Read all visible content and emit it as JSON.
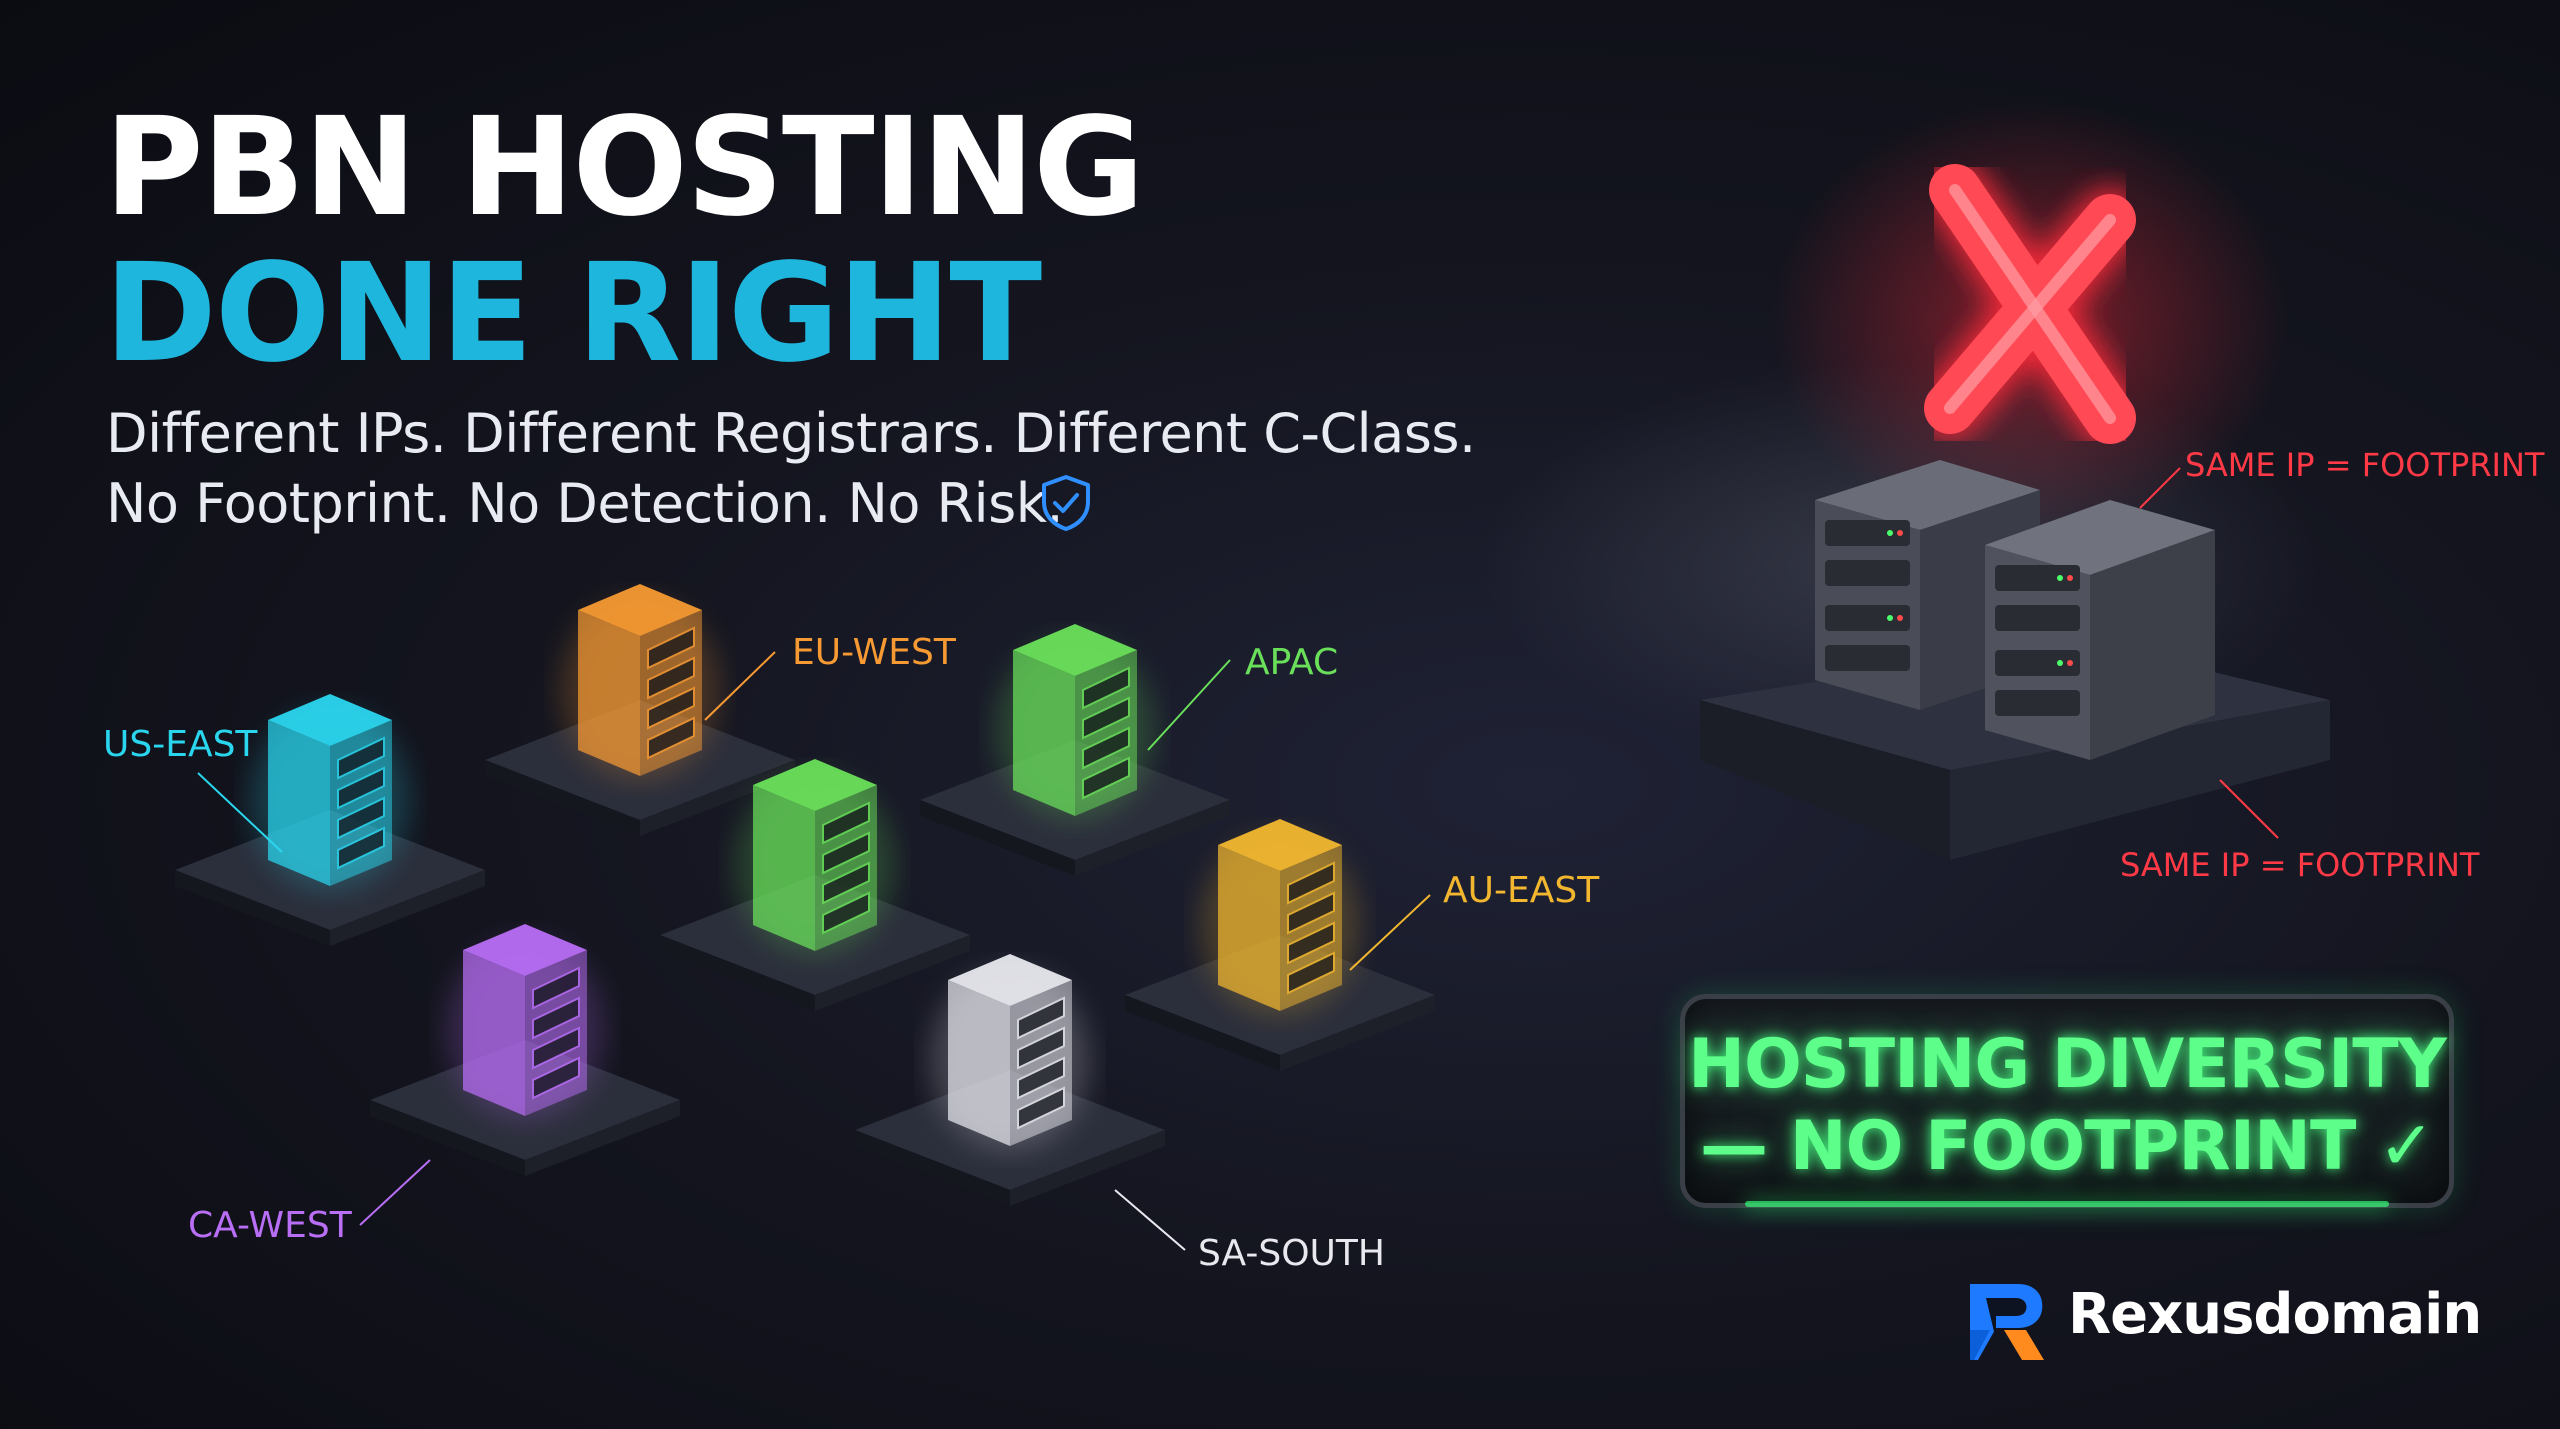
{
  "headline": {
    "line1": "PBN HOSTING",
    "line2": "DONE RIGHT"
  },
  "subtitle": {
    "line1": "Different IPs. Different Registrars. Different C-Class.",
    "line2": "No Footprint. No Detection. No Risk."
  },
  "regions": [
    {
      "label": "US-EAST",
      "color": "#2ad6ee"
    },
    {
      "label": "EU-WEST",
      "color": "#f79a33"
    },
    {
      "label": "APAC",
      "color": "#6ae05a"
    },
    {
      "label": "AU-EAST",
      "color": "#f2b72f"
    },
    {
      "label": "CA-WEST",
      "color": "#b86ef5"
    },
    {
      "label": "SA-SOUTH",
      "color": "#e8e8ee"
    }
  ],
  "warning": {
    "label_top": "SAME IP = FOOTPRINT",
    "label_bottom": "SAME IP = FOOTPRINT",
    "color": "#ff3a46"
  },
  "badge": {
    "line1": "HOSTING DIVERSITY",
    "line2": "— NO FOOTPRINT ✓",
    "color": "#5dff8a"
  },
  "brand": {
    "name": "Rexusdomain"
  },
  "icons": {
    "shield": "shield-check-icon",
    "cross": "red-x-icon",
    "logo": "rexus-logo-icon"
  }
}
